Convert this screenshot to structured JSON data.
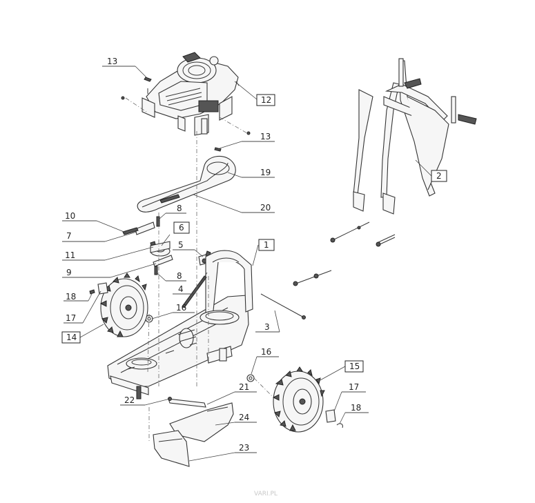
{
  "watermark": "VARI.PL",
  "callouts": [
    {
      "id": "c13a",
      "text": "13",
      "boxed": false
    },
    {
      "id": "c12",
      "text": "12",
      "boxed": true
    },
    {
      "id": "c13b",
      "text": "13",
      "boxed": false
    },
    {
      "id": "c2",
      "text": "2",
      "boxed": true
    },
    {
      "id": "c19",
      "text": "19",
      "boxed": false
    },
    {
      "id": "c20",
      "text": "20",
      "boxed": false
    },
    {
      "id": "c8a",
      "text": "8",
      "boxed": false
    },
    {
      "id": "c10",
      "text": "10",
      "boxed": false
    },
    {
      "id": "c6",
      "text": "6",
      "boxed": true
    },
    {
      "id": "c7",
      "text": "7",
      "boxed": false
    },
    {
      "id": "c5",
      "text": "5",
      "boxed": false
    },
    {
      "id": "c1",
      "text": "1",
      "boxed": true
    },
    {
      "id": "c11",
      "text": "11",
      "boxed": false
    },
    {
      "id": "c9",
      "text": "9",
      "boxed": false
    },
    {
      "id": "c8b",
      "text": "8",
      "boxed": false
    },
    {
      "id": "c4",
      "text": "4",
      "boxed": false
    },
    {
      "id": "c18a",
      "text": "18",
      "boxed": false
    },
    {
      "id": "c16a",
      "text": "16",
      "boxed": false
    },
    {
      "id": "c17a",
      "text": "17",
      "boxed": false
    },
    {
      "id": "c3",
      "text": "3",
      "boxed": false
    },
    {
      "id": "c14",
      "text": "14",
      "boxed": true
    },
    {
      "id": "c16b",
      "text": "16",
      "boxed": false
    },
    {
      "id": "c15",
      "text": "15",
      "boxed": true
    },
    {
      "id": "c21",
      "text": "21",
      "boxed": false
    },
    {
      "id": "c17b",
      "text": "17",
      "boxed": false
    },
    {
      "id": "c22",
      "text": "22",
      "boxed": false
    },
    {
      "id": "c18b",
      "text": "18",
      "boxed": false
    },
    {
      "id": "c24",
      "text": "24",
      "boxed": false
    },
    {
      "id": "c23",
      "text": "23",
      "boxed": false
    }
  ]
}
